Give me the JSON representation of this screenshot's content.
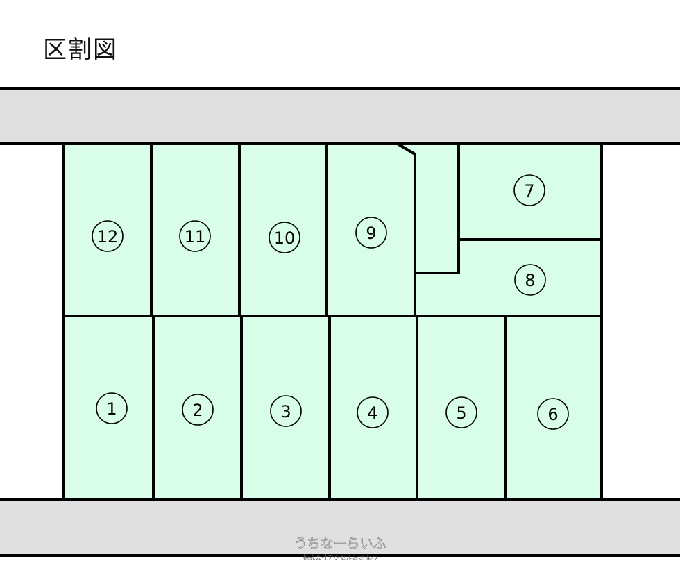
{
  "title": "区割図",
  "lots": {
    "l1": "1",
    "l2": "2",
    "l3": "3",
    "l4": "4",
    "l5": "5",
    "l6": "6",
    "l7": "7",
    "l8": "8",
    "l9": "9",
    "l10": "10",
    "l11": "11",
    "l12": "12"
  },
  "watermark": {
    "brand": "うちなーらいふ",
    "company": "株式会社アクセルおきなわ"
  },
  "colors": {
    "lot_fill": "#d8fde9",
    "road_fill": "#e0e0e0"
  }
}
